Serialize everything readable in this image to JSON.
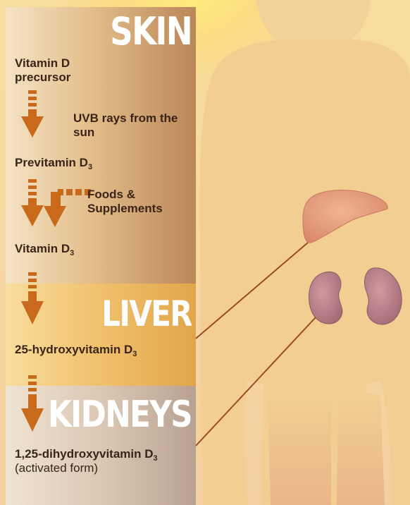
{
  "organs": {
    "skin": "SKIN",
    "liver": "LIVER",
    "kidneys": "KIDNEYS"
  },
  "steps": {
    "precursor": "Vitamin D precursor",
    "previtamin": {
      "text": "Previtamin D",
      "sub": "3"
    },
    "vitamin": {
      "text": "Vitamin D",
      "sub": "3"
    },
    "hydroxy": {
      "text": "25-hydroxyvitamin D",
      "sub": "3"
    },
    "dihydroxy": {
      "text": "1,25-dihydroxyvitamin D",
      "sub": "3",
      "note": "(activated form)"
    }
  },
  "inputs": {
    "uvb": "UVB rays from the sun",
    "foods": "Foods & Supplements"
  },
  "colors": {
    "arrow": "#c8691c",
    "leader_line": "#9c4a22",
    "liver_organ": "#e59a78",
    "kidney_organ": "#b98086",
    "silhouette": "#f2cf93"
  }
}
